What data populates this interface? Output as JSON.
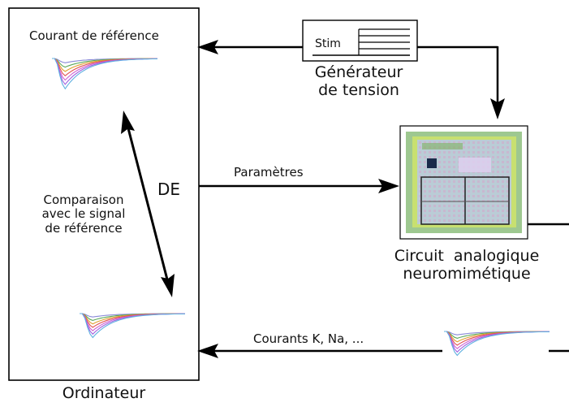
{
  "computer": {
    "title": "Ordinateur",
    "reference_label": "Courant de référence",
    "comparison_label": [
      "Comparaison",
      "avec le signal",
      "de référence"
    ],
    "de_label": "DE"
  },
  "generator": {
    "stim_label": "Stim",
    "title": [
      "Générateur",
      "de tension"
    ]
  },
  "circuit": {
    "title": [
      "Circuit  analogique",
      "neuromimétique"
    ]
  },
  "arrows": {
    "params_label": "Paramètres",
    "currents_label": "Courants K, Na, ..."
  },
  "trace_colors": [
    "#8a8ad8",
    "#5aa85a",
    "#e0a030",
    "#e05050",
    "#d060d0",
    "#a060e0",
    "#60b0e0"
  ]
}
